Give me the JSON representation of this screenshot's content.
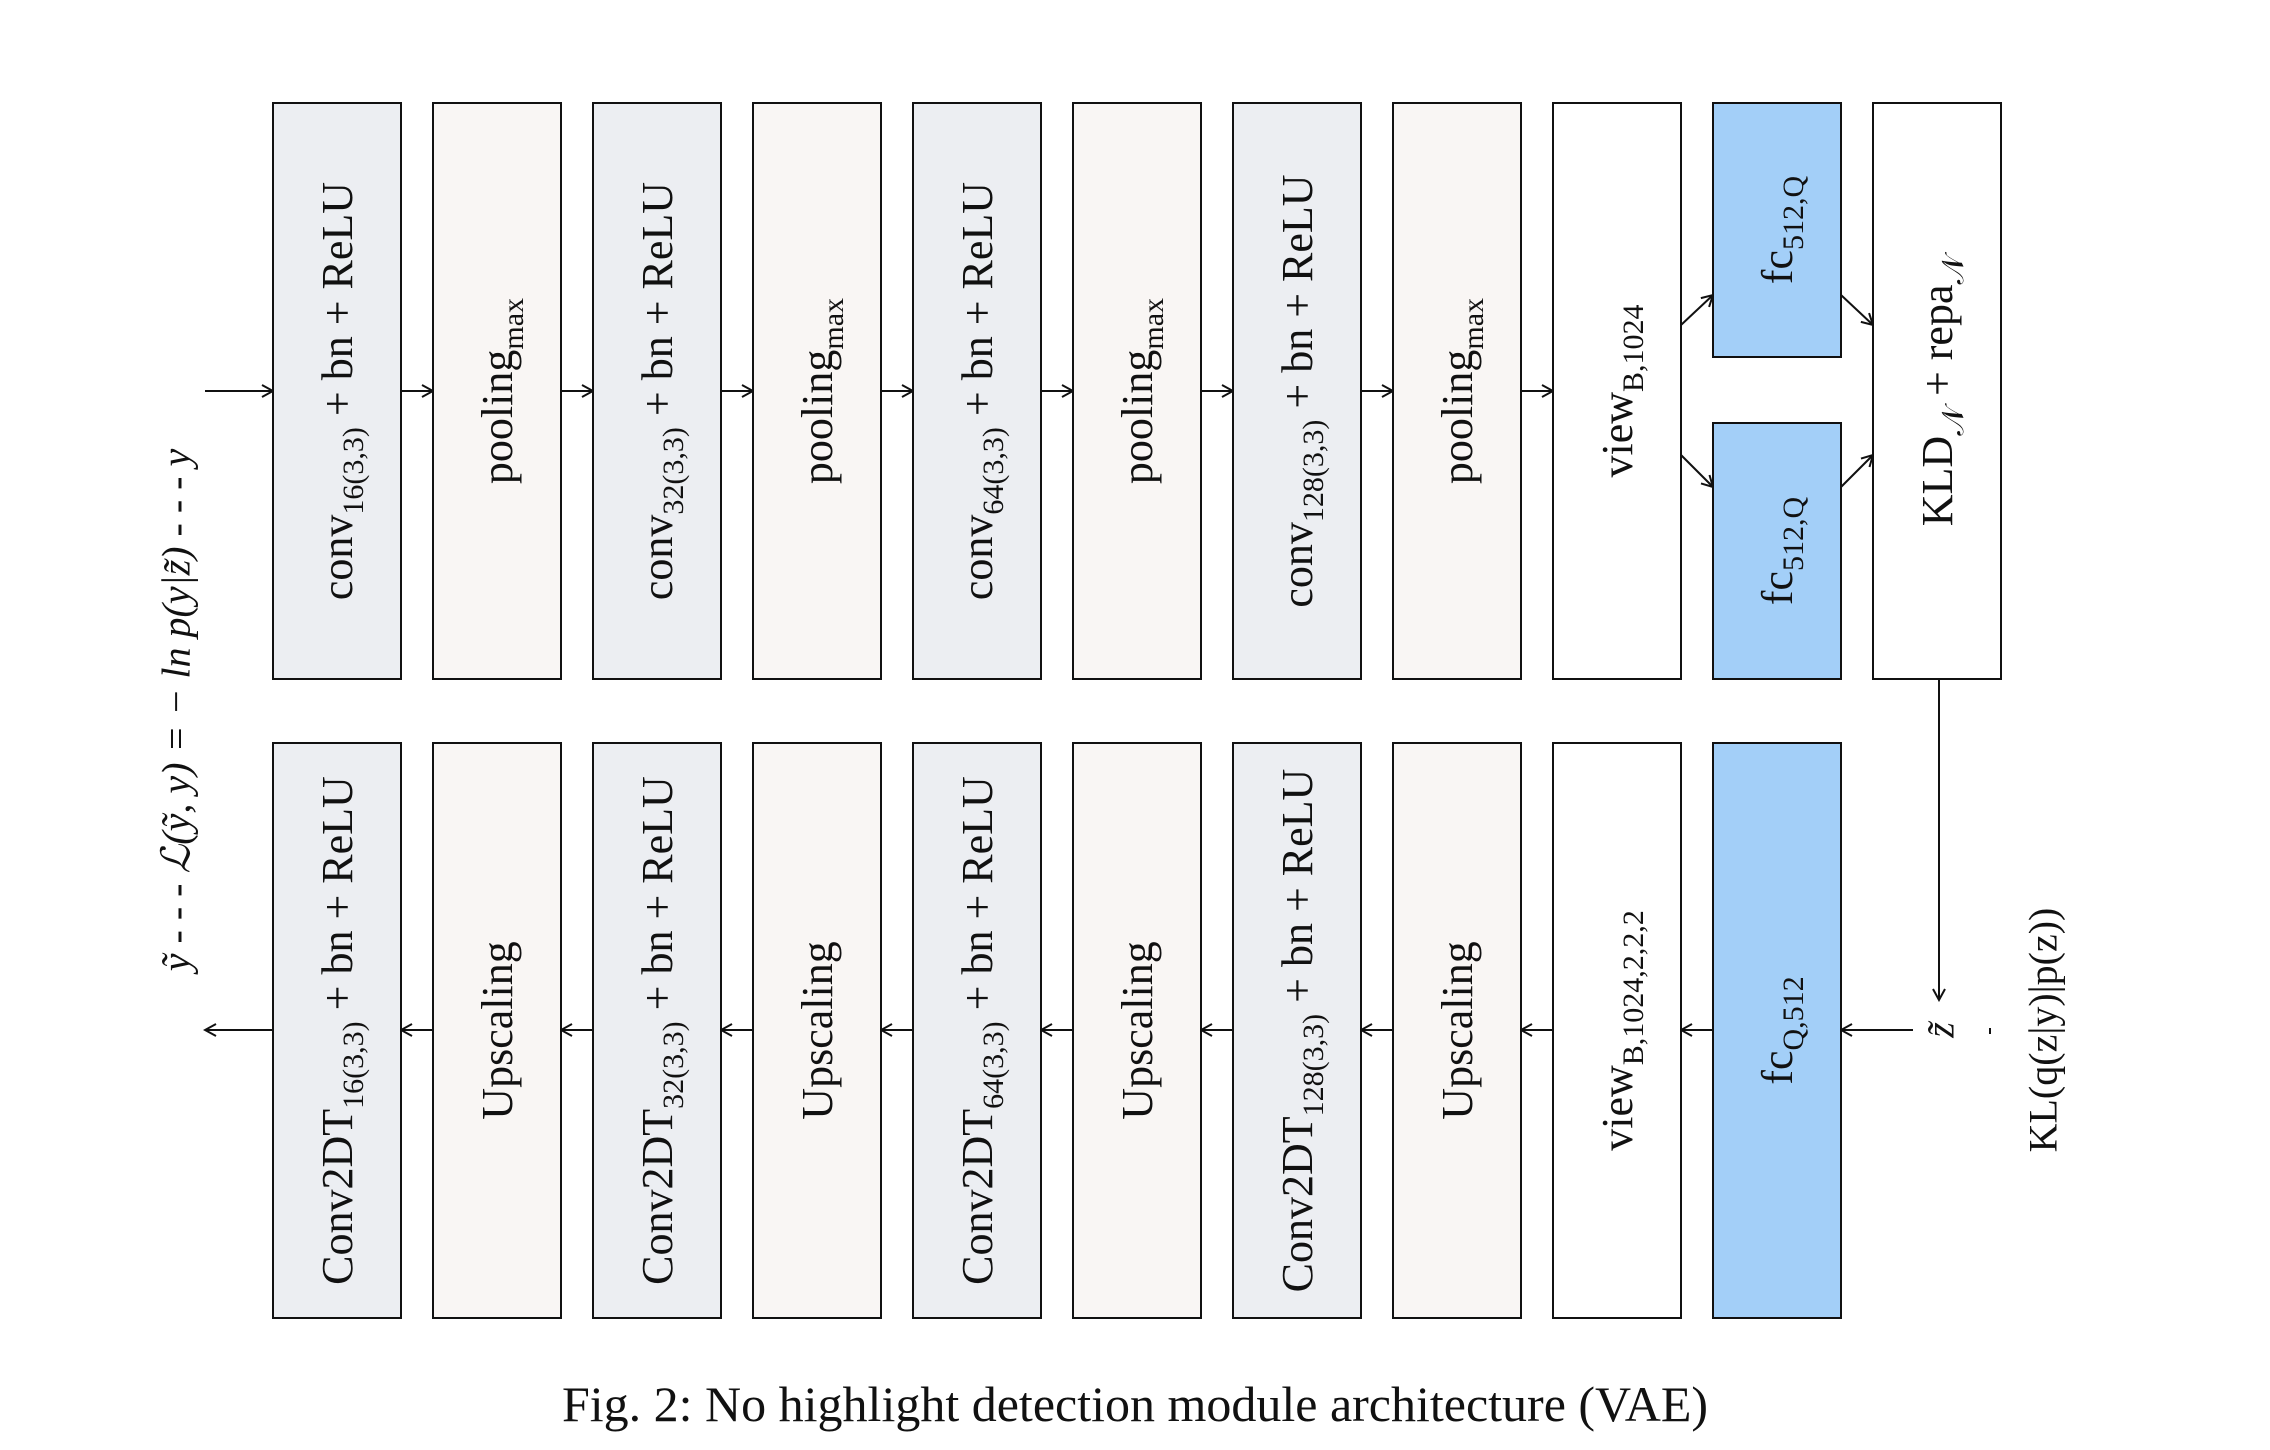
{
  "colors": {
    "conv": "#eceef2",
    "pool": "#f9f6f4",
    "plain": "#ffffff",
    "fc": "#a3cff8",
    "stroke": "#111111"
  },
  "encoder": [
    {
      "main": "conv",
      "sub": "16(3,3)",
      "after": " + bn + ReLU",
      "kind": "conv"
    },
    {
      "main": "pooling",
      "sub": "max",
      "after": "",
      "kind": "pool"
    },
    {
      "main": "conv",
      "sub": "32(3,3)",
      "after": " + bn + ReLU",
      "kind": "conv"
    },
    {
      "main": "pooling",
      "sub": "max",
      "after": "",
      "kind": "pool"
    },
    {
      "main": "conv",
      "sub": "64(3,3)",
      "after": " + bn + ReLU",
      "kind": "conv"
    },
    {
      "main": "pooling",
      "sub": "max",
      "after": "",
      "kind": "pool"
    },
    {
      "main": "conv",
      "sub": "128(3,3)",
      "after": " + bn + ReLU",
      "kind": "conv"
    },
    {
      "main": "pooling",
      "sub": "max",
      "after": "",
      "kind": "pool"
    },
    {
      "main": "view",
      "sub": "B,1024",
      "after": "",
      "kind": "plain"
    }
  ],
  "encoder_fc": [
    {
      "main": "fc",
      "sub": "512,Q",
      "after": ""
    },
    {
      "main": "fc",
      "sub": "512,Q",
      "after": ""
    }
  ],
  "kld": {
    "main": "KLD",
    "sub": "𝒩",
    "mid": " + repa",
    "sub2": "𝒩"
  },
  "decoder": [
    {
      "main": "Conv2DT",
      "sub": "16(3,3)",
      "after": " + bn + ReLU",
      "kind": "conv"
    },
    {
      "main": "Upscaling",
      "sub": "",
      "after": "",
      "kind": "pool"
    },
    {
      "main": "Conv2DT",
      "sub": "32(3,3)",
      "after": " + bn + ReLU",
      "kind": "conv"
    },
    {
      "main": "Upscaling",
      "sub": "",
      "after": "",
      "kind": "pool"
    },
    {
      "main": "Conv2DT",
      "sub": "64(3,3)",
      "after": " + bn + ReLU",
      "kind": "conv"
    },
    {
      "main": "Upscaling",
      "sub": "",
      "after": "",
      "kind": "pool"
    },
    {
      "main": "Conv2DT",
      "sub": "128(3,3)",
      "after": " + bn + ReLU",
      "kind": "conv"
    },
    {
      "main": "Upscaling",
      "sub": "",
      "after": "",
      "kind": "pool"
    },
    {
      "main": "view",
      "sub": "B,1024,2,2,2",
      "after": "",
      "kind": "plain"
    },
    {
      "main": "fc",
      "sub": "Q,512",
      "after": "",
      "kind": "fc"
    }
  ],
  "input_label": "y",
  "output_label": "ỹ",
  "latent_label": "z̃",
  "loss_label": "ỹ - - - ℒ(ỹ, y) = − ln p(y|z̃) - - - y",
  "kl_label": "KL(q(z|y)|p(z))",
  "caption": "Fig. 2: No highlight detection module architecture (VAE)"
}
